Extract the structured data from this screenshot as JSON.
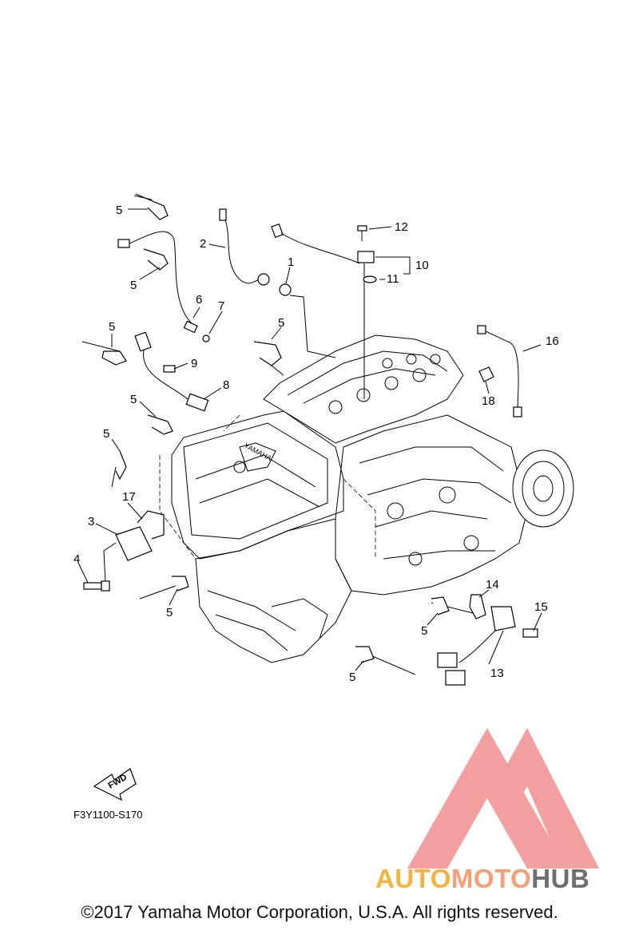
{
  "diagram": {
    "callouts": {
      "c1": "1",
      "c2": "2",
      "c3": "3",
      "c4": "4",
      "c5a": "5",
      "c5b": "5",
      "c5c": "5",
      "c5d": "5",
      "c5e": "5",
      "c5f": "5",
      "c5g": "5",
      "c5h": "5",
      "c5i": "5",
      "c6": "6",
      "c7": "7",
      "c8": "8",
      "c9": "9",
      "c10": "10",
      "c11": "11",
      "c12": "12",
      "c13": "13",
      "c14": "14",
      "c15": "15",
      "c16": "16",
      "c17": "17",
      "c18": "18"
    },
    "fwd_label": "FWD",
    "drawing_code": "F3Y1100-S170"
  },
  "watermark": {
    "brand_part1": "AUTO",
    "brand_part2": "MOTO",
    "brand_part3": "HUB",
    "colors": {
      "logo": "#f08080",
      "auto": "#f5b33b",
      "moto": "#f3a07a",
      "hub": "#6e6e6e"
    }
  },
  "footer": {
    "copyright": "©2017 Yamaha Motor Corporation, U.S.A. All rights reserved."
  }
}
